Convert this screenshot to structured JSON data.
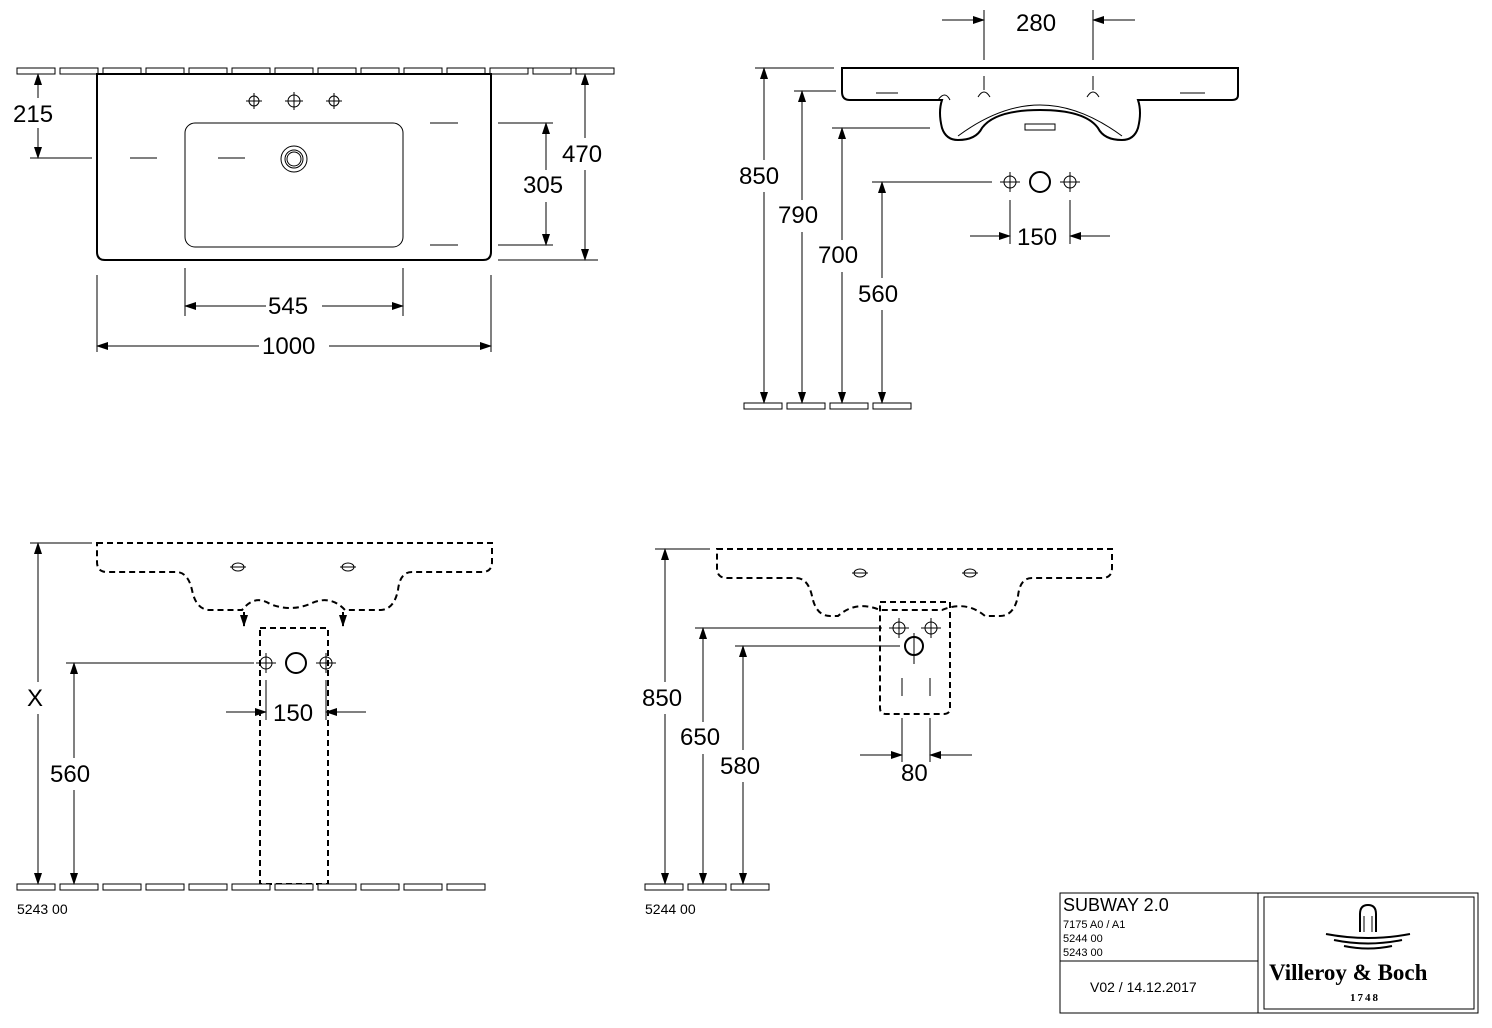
{
  "top_view": {
    "dims": {
      "d215": "215",
      "d470": "470",
      "d305": "305",
      "d545": "545",
      "d1000": "1000"
    }
  },
  "side_view": {
    "dims": {
      "d280": "280",
      "d850": "850",
      "d790": "790",
      "d700": "700",
      "d560": "560",
      "d150": "150"
    }
  },
  "front_view_a": {
    "dims": {
      "dX": "X",
      "d560": "560",
      "d150": "150"
    },
    "code": "5243 00"
  },
  "front_view_b": {
    "dims": {
      "d850": "850",
      "d650": "650",
      "d580": "580",
      "d80": "80"
    },
    "code": "5244 00"
  },
  "title_block": {
    "product": "SUBWAY 2.0",
    "codes": [
      "7175 A0 / A1",
      "5244 00",
      "5243 00"
    ],
    "version": "V02 / 14.12.2017",
    "brand": "Villeroy & Boch",
    "year": "1748"
  }
}
